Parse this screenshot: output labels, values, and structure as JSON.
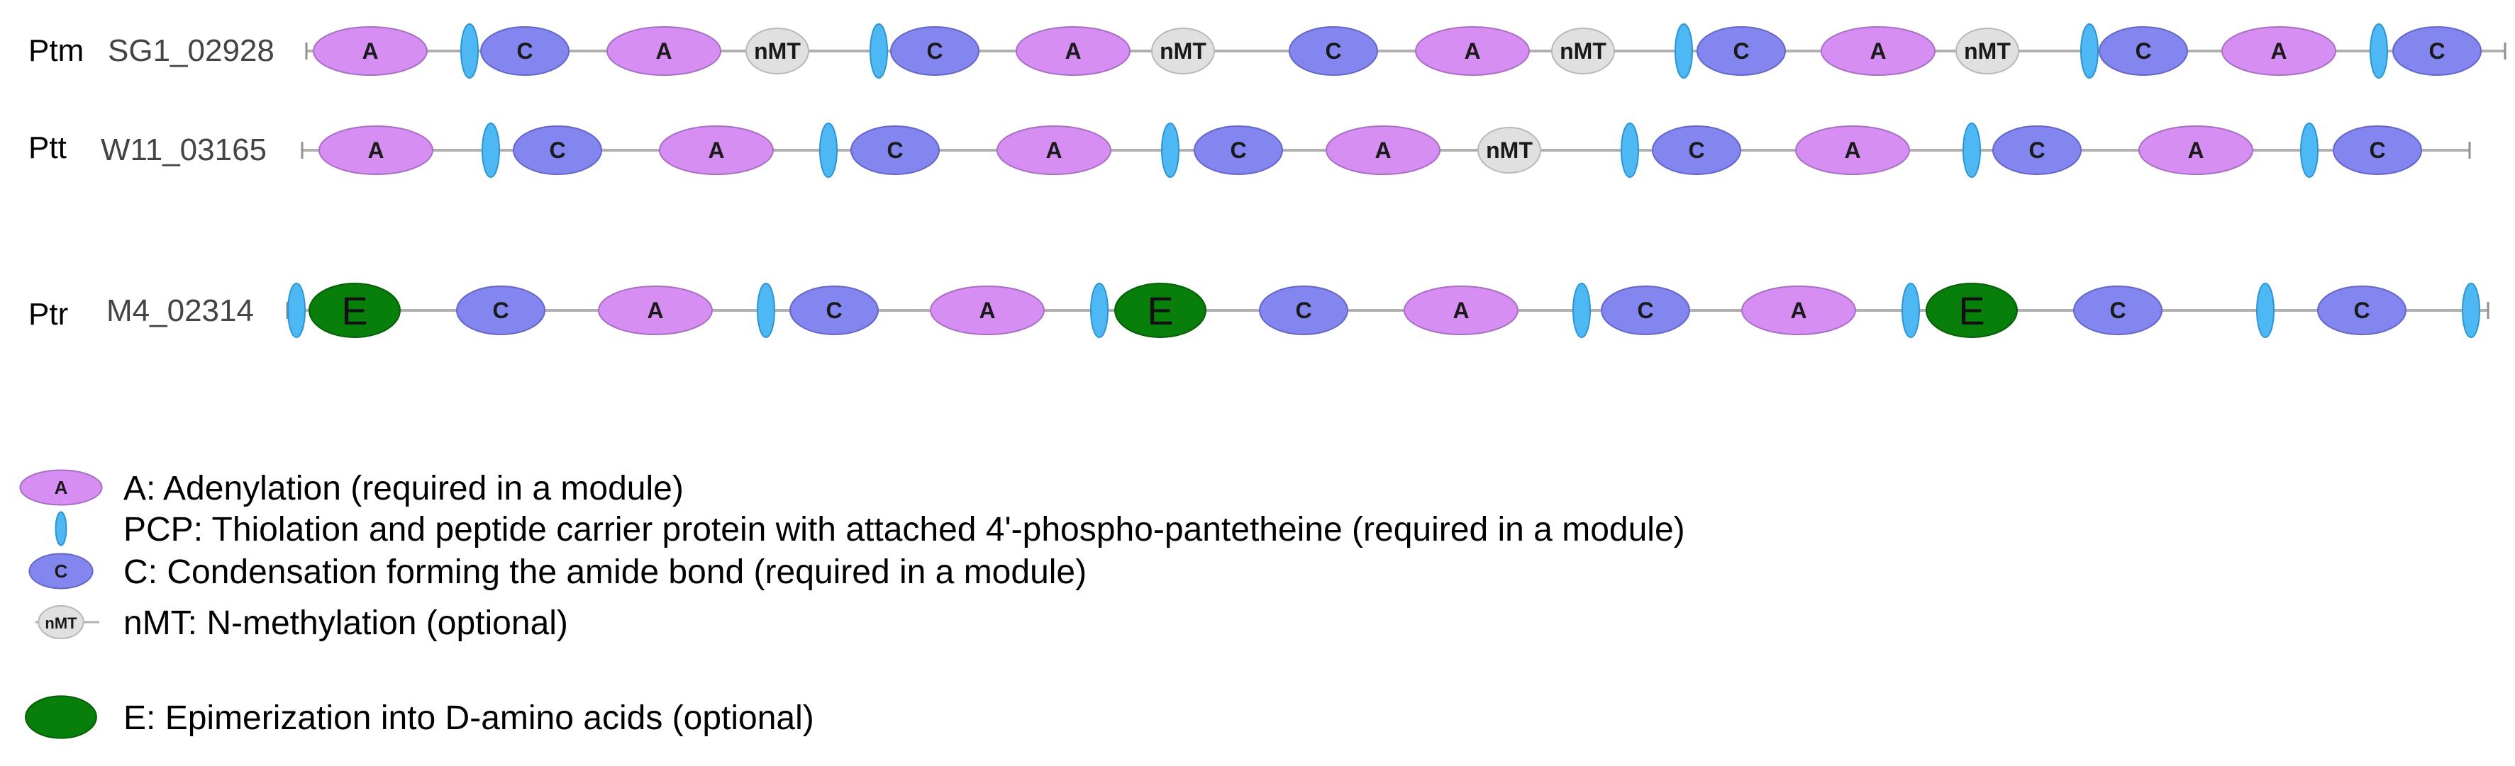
{
  "tracks": [
    {
      "species": "Ptm",
      "gene": "SG1_02928",
      "domains": [
        "A",
        "PCP",
        "C",
        "A",
        "nMT",
        "PCP",
        "C",
        "A",
        "nMT",
        "C",
        "A",
        "nMT",
        "PCP",
        "C",
        "A",
        "nMT",
        "PCP",
        "C",
        "A",
        "PCP",
        "C"
      ]
    },
    {
      "species": "Ptt",
      "gene": "W11_03165",
      "domains": [
        "A",
        "PCP",
        "C",
        "A",
        "PCP",
        "C",
        "A",
        "PCP",
        "C",
        "A",
        "nMT",
        "PCP",
        "C",
        "A",
        "PCP",
        "C",
        "A",
        "PCP",
        "C"
      ]
    },
    {
      "species": "Ptr",
      "gene": "M4_02314",
      "domains": [
        "PCP",
        "E",
        "C",
        "A",
        "PCP",
        "C",
        "A",
        "PCP",
        "E",
        "C",
        "A",
        "PCP",
        "C",
        "A",
        "PCP",
        "E",
        "C",
        "PCP",
        "C",
        "PCP"
      ]
    }
  ],
  "domain_letters": {
    "A": "A",
    "C": "C",
    "nMT": "nMT",
    "E": "E"
  },
  "legend": {
    "items": [
      {
        "type": "A",
        "icon_letter": "A",
        "text": "A: Adenylation (required in a module)"
      },
      {
        "type": "PCP",
        "icon_letter": "",
        "text": "PCP: Thiolation and peptide carrier protein with attached 4'-phospho-pantetheine (required in a module)"
      },
      {
        "type": "C",
        "icon_letter": "C",
        "text": "C: Condensation forming the amide bond (required in a module)"
      },
      {
        "type": "nMT",
        "icon_letter": "nMT",
        "text": "nMT: N-methylation (optional)"
      },
      {
        "type": "E",
        "icon_letter": "",
        "text": "E: Epimerization into D-amino acids (optional)"
      }
    ]
  },
  "colors": {
    "A": "#d68ef2",
    "C": "#8486ef",
    "PCP": "#4db8f3",
    "nMT": "#e0e0e0",
    "E": "#087e0b",
    "backbone": "#b0b0b0"
  }
}
